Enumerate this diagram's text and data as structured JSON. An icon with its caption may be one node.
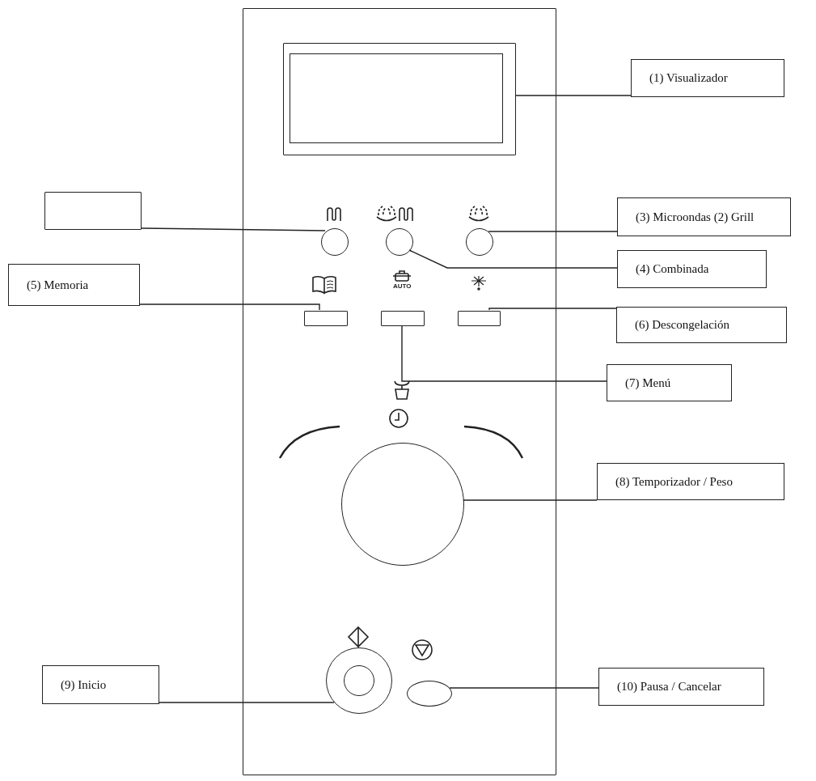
{
  "diagram": {
    "nodes": [
      {
        "text": [],
        "shape": "box"
      },
      {
        "text": [],
        "shape": "box",
        "in": 0
      },
      {
        "text": [
          "(1) Visualizador"
        ]
      },
      {
        "text": [],
        "shape": "box"
      },
      {
        "text": [],
        "shape": "circle",
        "in": 0
      },
      {
        "text": [],
        "shape": "circle",
        "in": 0
      },
      {
        "text": [],
        "shape": "circle",
        "in": 0
      },
      {
        "text": [
          "(3) Microondas (2)  Grill"
        ]
      },
      {
        "text": [
          "(4) Combinada"
        ]
      },
      {
        "text": [
          "(5) Memoria"
        ]
      },
      {
        "text": [],
        "shape": "box",
        "in": 0
      },
      {
        "text": [],
        "shape": "box",
        "in": 0
      },
      {
        "text": [],
        "shape": "box",
        "in": 0
      },
      {
        "text": [
          "(6) Descongelación"
        ]
      },
      {
        "text": [
          "(7) Menú"
        ]
      },
      {
        "text": [],
        "shape": "circle",
        "in": 0
      },
      {
        "text": [
          "(8) Temporizador / Peso"
        ]
      },
      {
        "text": [
          "(9) Inicio"
        ]
      },
      {
        "text": [],
        "shape": "circle",
        "in": 0
      },
      {
        "text": [],
        "shape": "oval",
        "in": 0
      },
      {
        "text": [
          "(10) Pausa / Cancelar"
        ]
      }
    ],
    "edges": [
      {
        "from": 2,
        "to": 1,
        "arrow": "none"
      },
      {
        "from": 3,
        "to": 4,
        "arrow": "none"
      },
      {
        "from": 7,
        "to": 6,
        "arrow": "none"
      },
      {
        "from": 8,
        "to": 5,
        "arrow": "none"
      },
      {
        "from": 9,
        "to": 10,
        "arrow": "none"
      },
      {
        "from": 13,
        "to": 12,
        "arrow": "none"
      },
      {
        "from": 14,
        "to": 11,
        "arrow": "none"
      },
      {
        "from": 16,
        "to": 15,
        "arrow": "none"
      },
      {
        "from": 17,
        "to": 18,
        "arrow": "none"
      },
      {
        "from": 20,
        "to": 19,
        "arrow": "none"
      }
    ],
    "labels": [
      "AUTO"
    ]
  }
}
